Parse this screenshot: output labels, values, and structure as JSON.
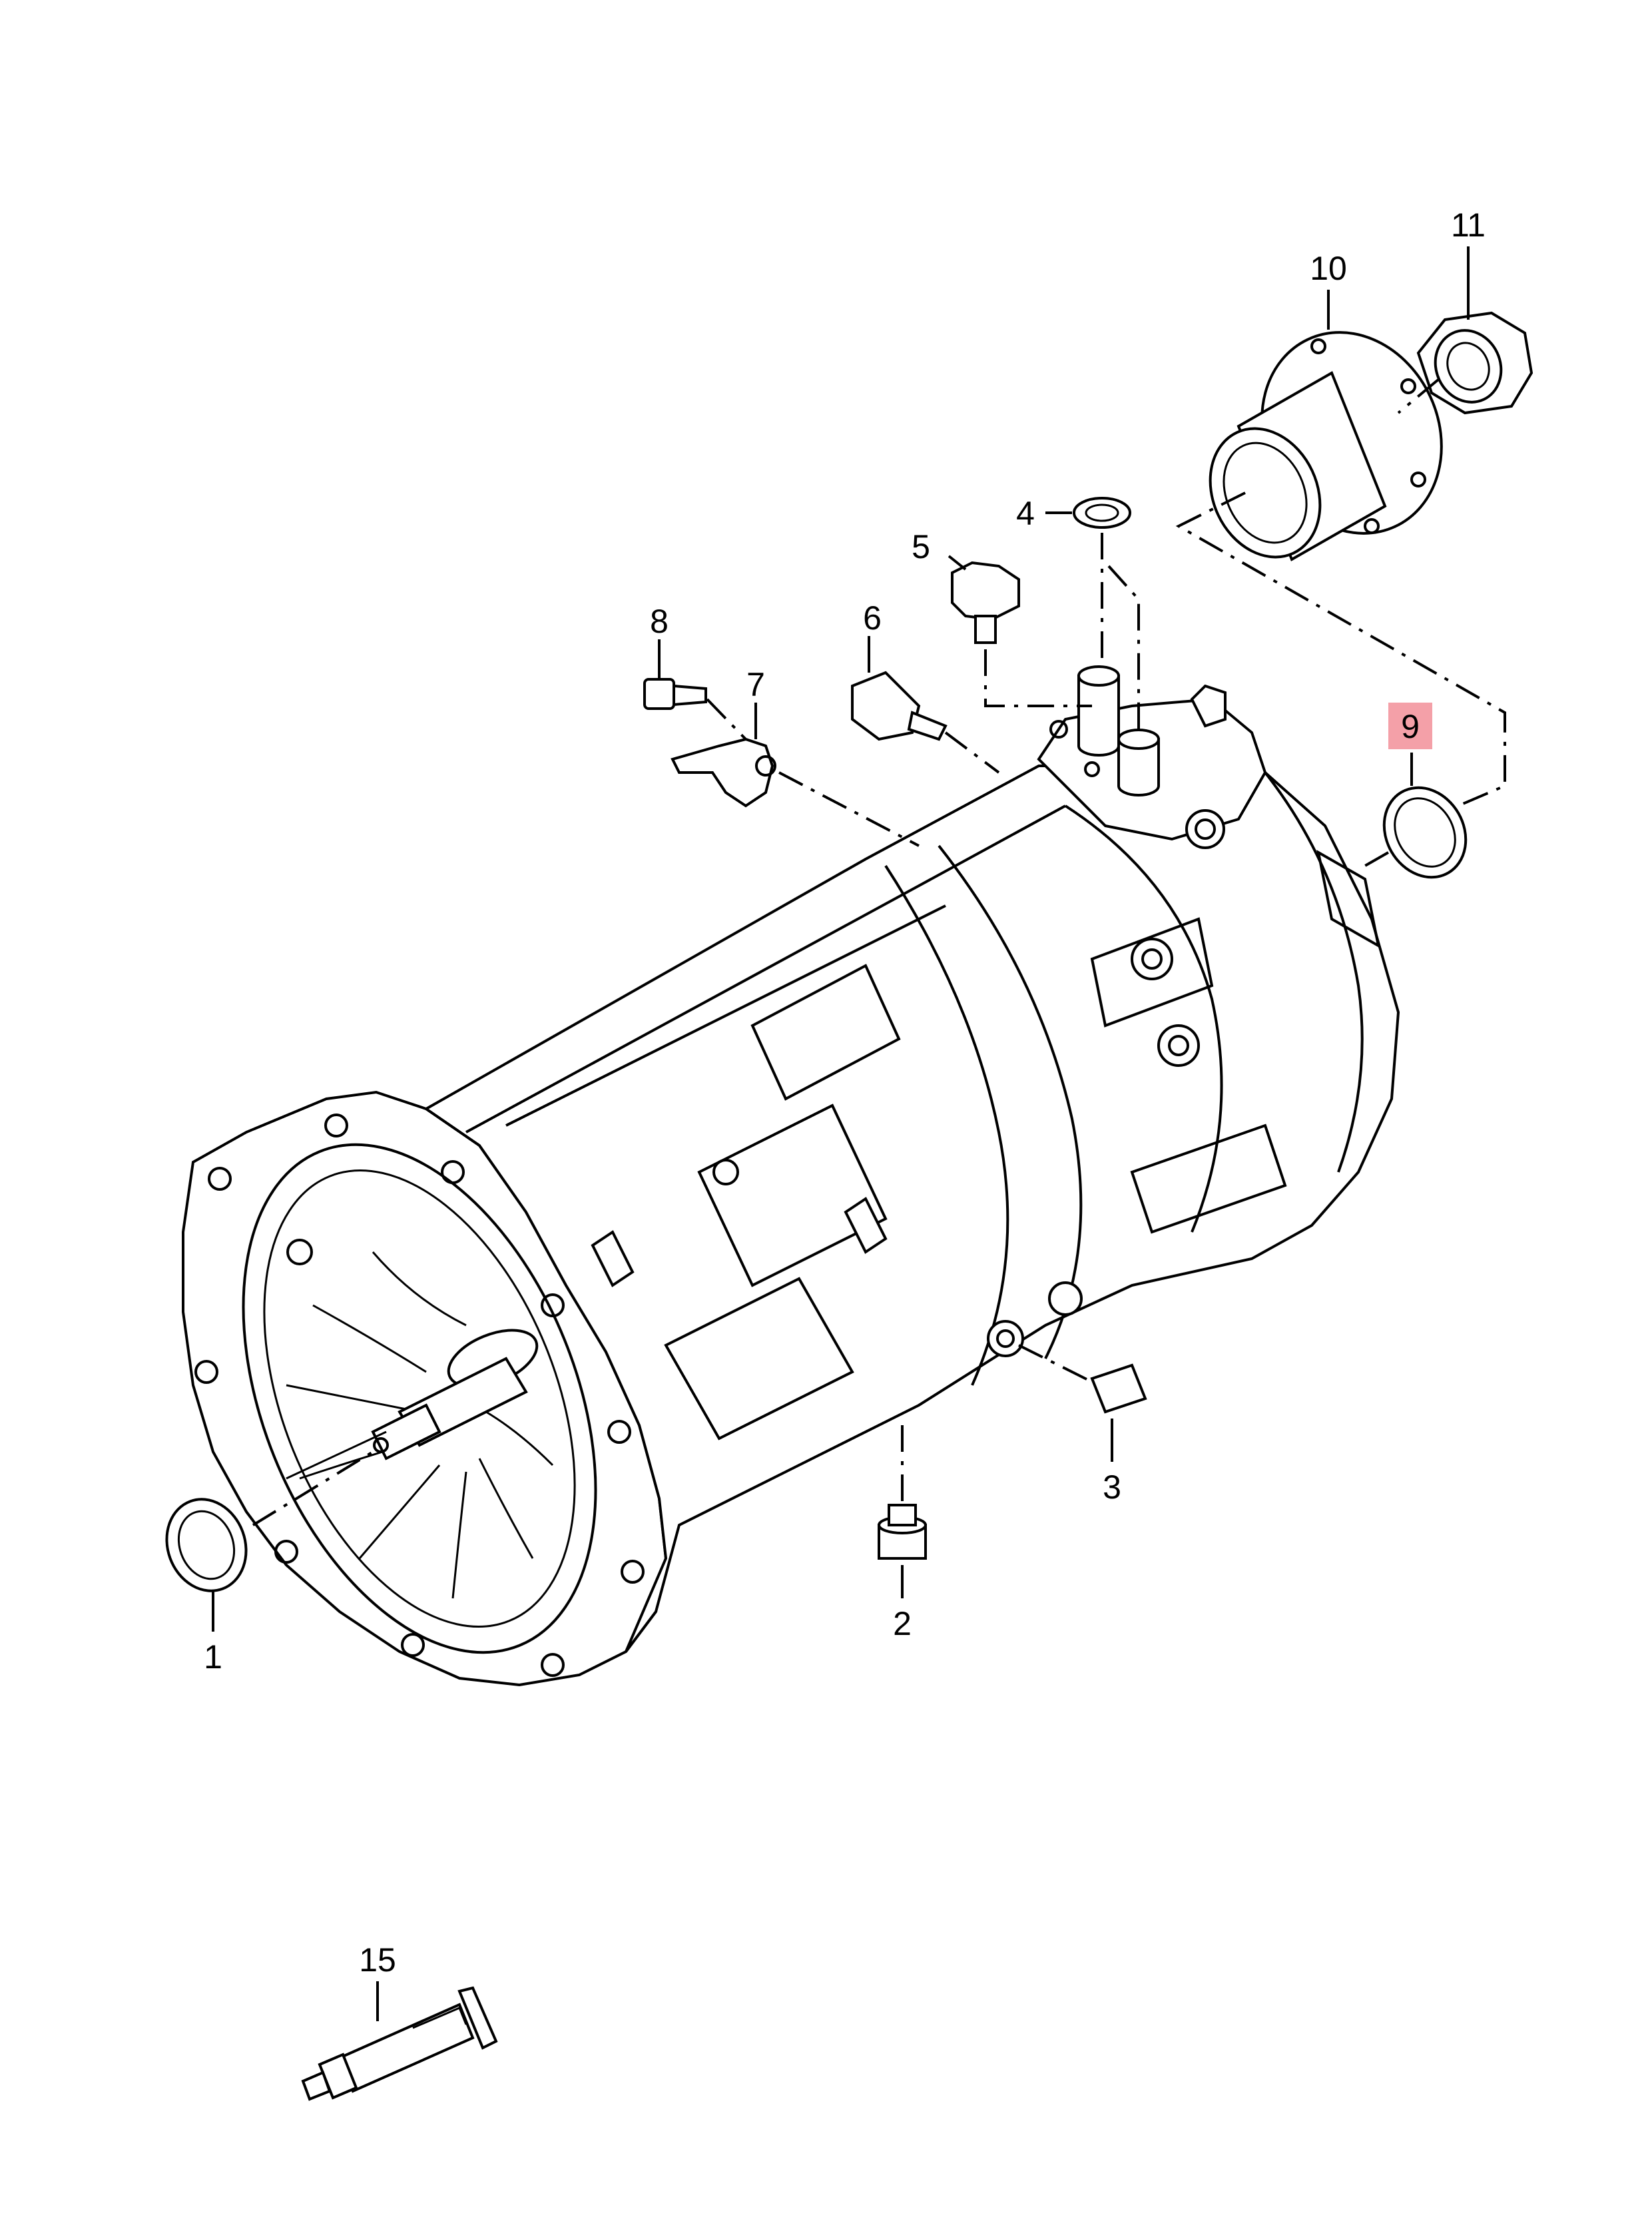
{
  "callouts": [
    {
      "id": "1",
      "label": "1"
    },
    {
      "id": "2",
      "label": "2"
    },
    {
      "id": "3",
      "label": "3"
    },
    {
      "id": "4",
      "label": "4"
    },
    {
      "id": "5",
      "label": "5"
    },
    {
      "id": "6",
      "label": "6"
    },
    {
      "id": "7",
      "label": "7"
    },
    {
      "id": "8",
      "label": "8"
    },
    {
      "id": "9",
      "label": "9",
      "highlighted": true
    },
    {
      "id": "10",
      "label": "10"
    },
    {
      "id": "11",
      "label": "11"
    },
    {
      "id": "15",
      "label": "15"
    }
  ],
  "colors": {
    "line": "#000000",
    "background": "#ffffff",
    "highlight": "#f4a0a8"
  }
}
